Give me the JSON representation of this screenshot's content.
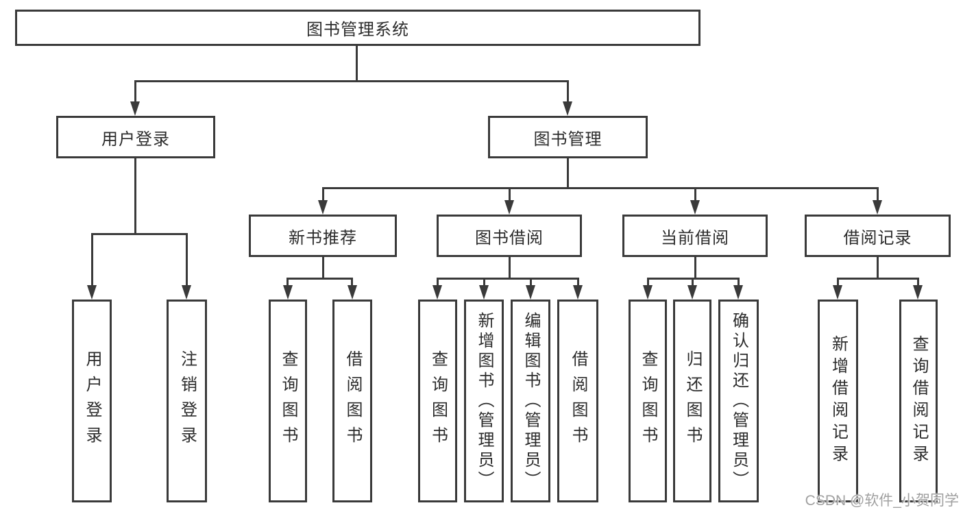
{
  "diagram": {
    "root_label": "图书管理系统",
    "level2": [
      {
        "label": "用户登录"
      },
      {
        "label": "图书管理"
      }
    ],
    "level3": [
      {
        "label": "新书推荐"
      },
      {
        "label": "图书借阅"
      },
      {
        "label": "当前借阅"
      },
      {
        "label": "借阅记录"
      }
    ],
    "leaves": [
      {
        "label": "用户登录",
        "parent": "用户登录"
      },
      {
        "label": "注销登录",
        "parent": "用户登录"
      },
      {
        "label": "查询图书",
        "parent": "新书推荐"
      },
      {
        "label": "借阅图书",
        "parent": "新书推荐"
      },
      {
        "label": "查询图书",
        "parent": "图书借阅"
      },
      {
        "label": "新增图书（管理员）",
        "parent": "图书借阅"
      },
      {
        "label": "编辑图书（管理员）",
        "parent": "图书借阅"
      },
      {
        "label": "借阅图书",
        "parent": "图书借阅"
      },
      {
        "label": "查询图书",
        "parent": "当前借阅"
      },
      {
        "label": "归还图书",
        "parent": "当前借阅"
      },
      {
        "label": "确认归还（管理员）",
        "parent": "当前借阅"
      },
      {
        "label": "新增借阅记录",
        "parent": "借阅记录"
      },
      {
        "label": "查询借阅记录",
        "parent": "借阅记录"
      }
    ],
    "watermark": "CSDN @软件_小贺同学",
    "colors": {
      "line": "#3a3a3a",
      "text": "#2b2b2b",
      "watermark": "#a0a0a0",
      "background": "#ffffff"
    }
  }
}
